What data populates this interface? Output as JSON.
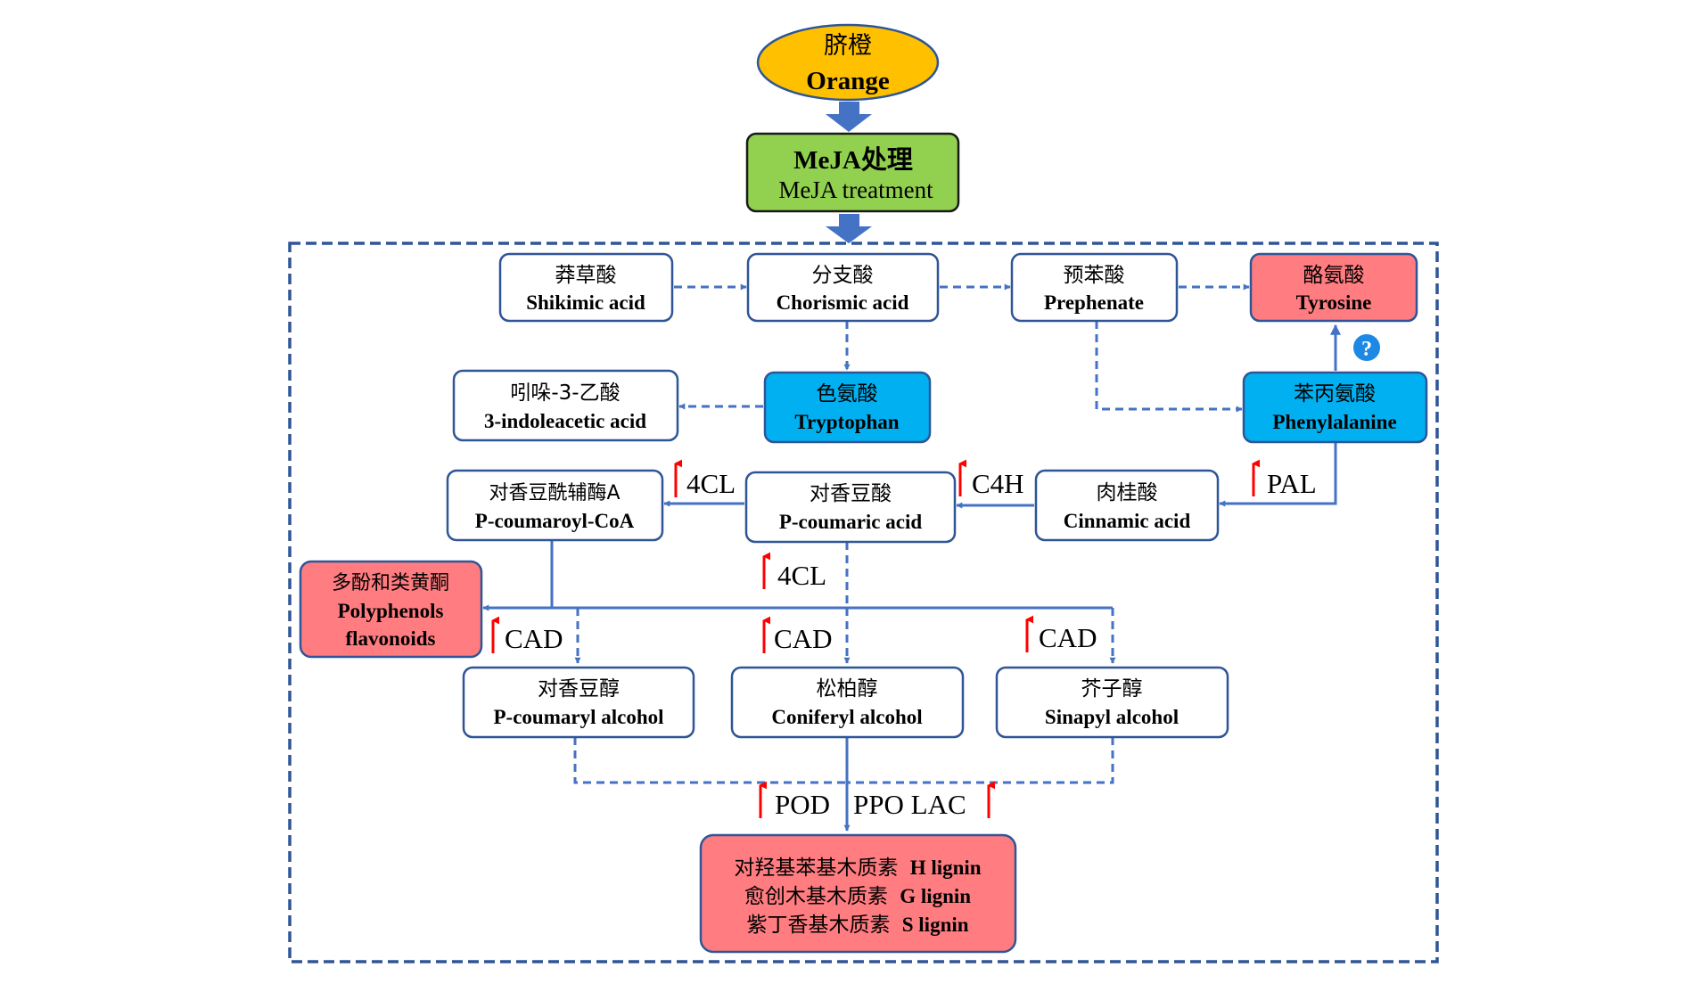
{
  "nodes": {
    "orange": {
      "cn": "脐橙",
      "en": "Orange",
      "fill": "#FFC000"
    },
    "meja": {
      "cn": "MeJA处理",
      "en": "MeJA treatment",
      "fill": "#92D050"
    },
    "shikimic": {
      "cn": "莽草酸",
      "en": "Shikimic acid"
    },
    "chorismic": {
      "cn": "分支酸",
      "en": "Chorismic acid"
    },
    "prephenate": {
      "cn": "预苯酸",
      "en": "Prephenate"
    },
    "tyrosine": {
      "cn": "酪氨酸",
      "en": "Tyrosine",
      "fill": "#FF7C80"
    },
    "iaa": {
      "cn": "吲哚-3-乙酸",
      "en": "3-indoleacetic acid"
    },
    "tryptophan": {
      "cn": "色氨酸",
      "en": "Tryptophan",
      "fill": "#00B0F0"
    },
    "phenylalanine": {
      "cn": "苯丙氨酸",
      "en": "Phenylalanine",
      "fill": "#00B0F0"
    },
    "pcoumaroylcoa": {
      "cn": "对香豆酰辅酶A",
      "en": "P-coumaroyl-CoA"
    },
    "pcoumaric": {
      "cn": "对香豆酸",
      "en": "P-coumaric acid"
    },
    "cinnamic": {
      "cn": "肉桂酸",
      "en": "Cinnamic acid"
    },
    "polyphenols": {
      "cn": "多酚和类黄酮",
      "en1": "Polyphenols",
      "en2": "flavonoids",
      "fill": "#FF7C80"
    },
    "pcoumaryl": {
      "cn": "对香豆醇",
      "en": "P-coumaryl alcohol"
    },
    "coniferyl": {
      "cn": "松柏醇",
      "en": "Coniferyl alcohol"
    },
    "sinapyl": {
      "cn": "芥子醇",
      "en": "Sinapyl alcohol"
    },
    "lignin": {
      "fill": "#FF7C80",
      "line1_cn": "对羟基苯基木质素",
      "line1_en": "H lignin",
      "line2_cn": "愈创木基木质素",
      "line2_en": "G lignin",
      "line3_cn": "紫丁香基木质素",
      "line3_en": "S lignin"
    }
  },
  "enzymes": {
    "pal": "PAL",
    "c4h": "C4H",
    "fourcl_top": "4CL",
    "fourcl_mid": "4CL",
    "cad_left": "CAD",
    "cad_mid": "CAD",
    "cad_right": "CAD",
    "pod": "POD",
    "ppo_lac": "PPO LAC"
  },
  "colors": {
    "arrow": "#4472C4",
    "border": "#2F5597",
    "up_arrow": "#FF0000",
    "question": "#1E88E5"
  },
  "question_icon": "?"
}
